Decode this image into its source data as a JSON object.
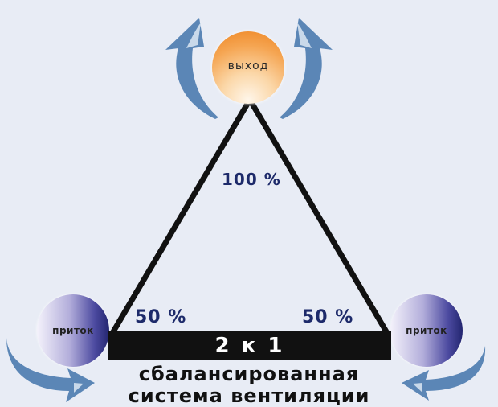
{
  "diagram": {
    "exhaust_label": "выход",
    "supply_left_label": "приток",
    "supply_right_label": "приток",
    "top_percent": "100 %",
    "left_percent": "50 %",
    "right_percent": "50 %",
    "ratio_label": "2 к 1",
    "caption_line1": "сбалансированная",
    "caption_line2": "система вентиляции",
    "colors": {
      "background": "#e8ecf5",
      "exhaust_circle": "#f39a3e",
      "supply_circle": "#3c3d95",
      "arrow": "#5b86b6",
      "triangle": "#111111",
      "percent_text": "#1d2a6a"
    }
  }
}
